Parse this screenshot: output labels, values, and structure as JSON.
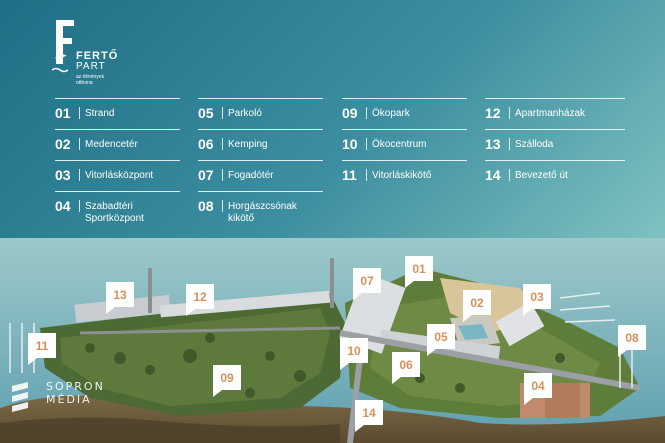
{
  "logo": {
    "name_line1": "FERTŐ",
    "name_line2": "PART",
    "tagline": "az élmények otthona",
    "icon": "bird-flag-logo"
  },
  "legend": [
    {
      "num": "01",
      "label": "Strand"
    },
    {
      "num": "02",
      "label": "Medencetér"
    },
    {
      "num": "03",
      "label": "Vitorlásközpont"
    },
    {
      "num": "04",
      "label": "Szabadtéri Sportközpont"
    },
    {
      "num": "05",
      "label": "Parkoló"
    },
    {
      "num": "06",
      "label": "Kemping"
    },
    {
      "num": "07",
      "label": "Fogadótér"
    },
    {
      "num": "08",
      "label": "Horgászcsónak kikötő"
    },
    {
      "num": "09",
      "label": "Ökopark"
    },
    {
      "num": "10",
      "label": "Ökocentrum"
    },
    {
      "num": "11",
      "label": "Vitorláskikötő"
    },
    {
      "num": "12",
      "label": "Apartmanházak"
    },
    {
      "num": "13",
      "label": "Szálloda"
    },
    {
      "num": "14",
      "label": "Bevezető út"
    }
  ],
  "map_markers": [
    "01",
    "02",
    "03",
    "04",
    "05",
    "06",
    "07",
    "08",
    "09",
    "10",
    "11",
    "12",
    "13",
    "14"
  ],
  "watermark": {
    "line1": "SOPRON",
    "line2": "MÉDIA"
  },
  "colors": {
    "accent": "#d4925a",
    "water_top": "#1f6f86",
    "water_bottom": "#9ed3c9",
    "land": "#4e6a34"
  }
}
